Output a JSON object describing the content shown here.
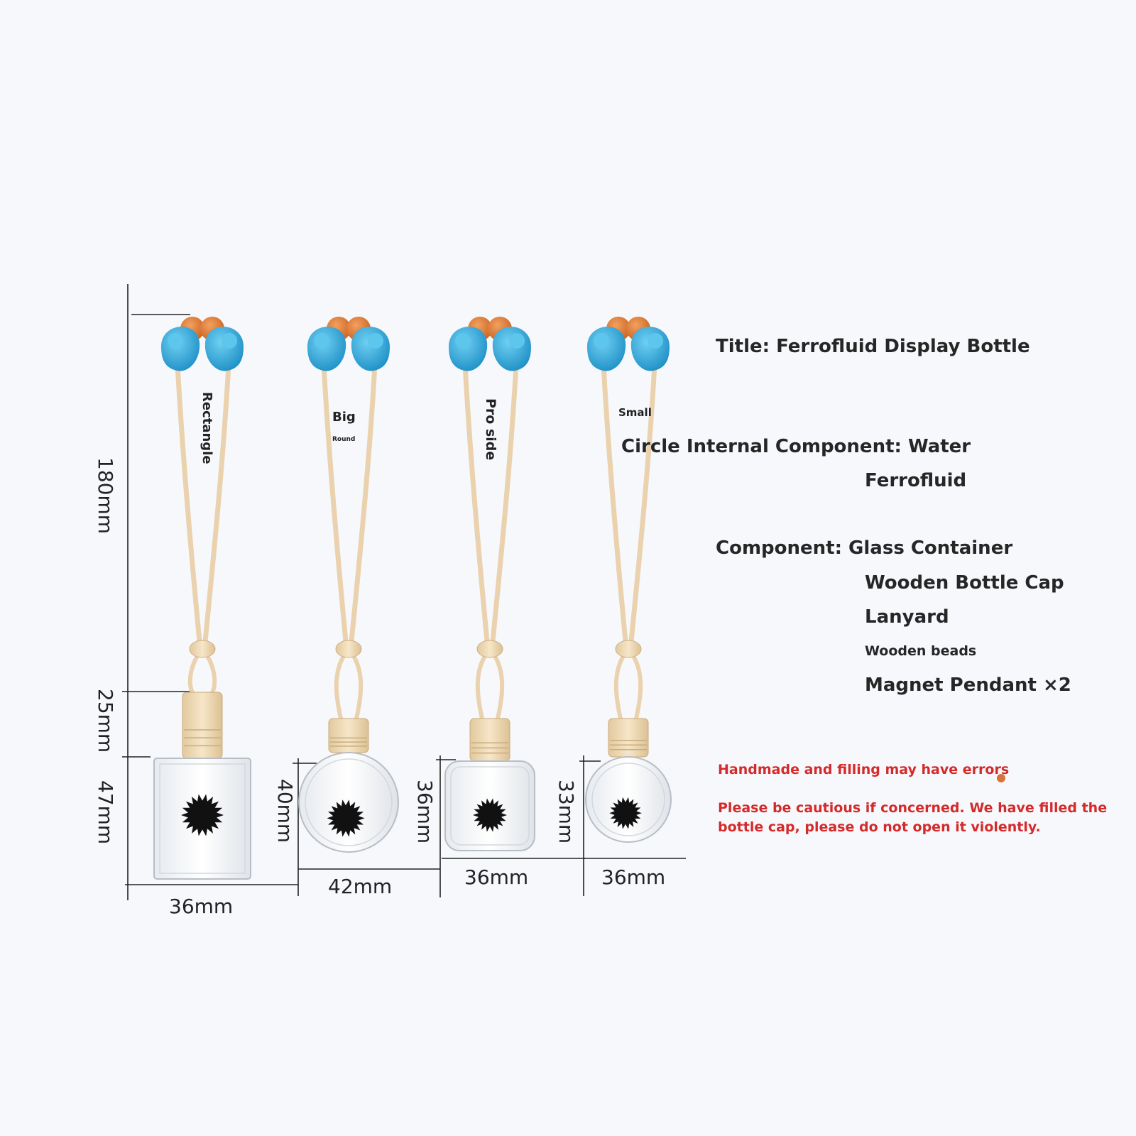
{
  "specs": {
    "title": "Title: Ferrofluid Display Bottle",
    "internal_label": "Circle Internal Component: Water",
    "internal_extra": "Ferrofluid",
    "component_label": "Component: Glass Container",
    "component_items": [
      "Wooden Bottle Cap",
      "Lanyard",
      "Wooden beads",
      "Magnet Pendant ×2"
    ]
  },
  "notes": {
    "line1": "Handmade and filling may have errors",
    "line2a": "Please be cautious if concerned. We have filled the",
    "line2b": "bottle cap, please do not open it violently."
  },
  "bottles": [
    {
      "label": "Rectangle",
      "shape": "rectangle",
      "width": "36mm",
      "height": "47mm"
    },
    {
      "label": "Big",
      "sublabel": "Round",
      "shape": "round",
      "width": "42mm",
      "height": "40mm"
    },
    {
      "label": "Pro side",
      "shape": "rounded-square",
      "width": "36mm",
      "height": "36mm"
    },
    {
      "label": "Small",
      "shape": "round",
      "width": "36mm",
      "height": "33mm"
    }
  ],
  "overall": {
    "lanyard_length": "180mm",
    "cap_height": "25mm"
  },
  "colors": {
    "bead_blue": "#2ea3d6",
    "bead_orange": "#e0782e",
    "cord": "#ead2ae",
    "wood": "#f0dcb8",
    "warning": "#d42a2a",
    "ferrofluid": "#111111"
  }
}
